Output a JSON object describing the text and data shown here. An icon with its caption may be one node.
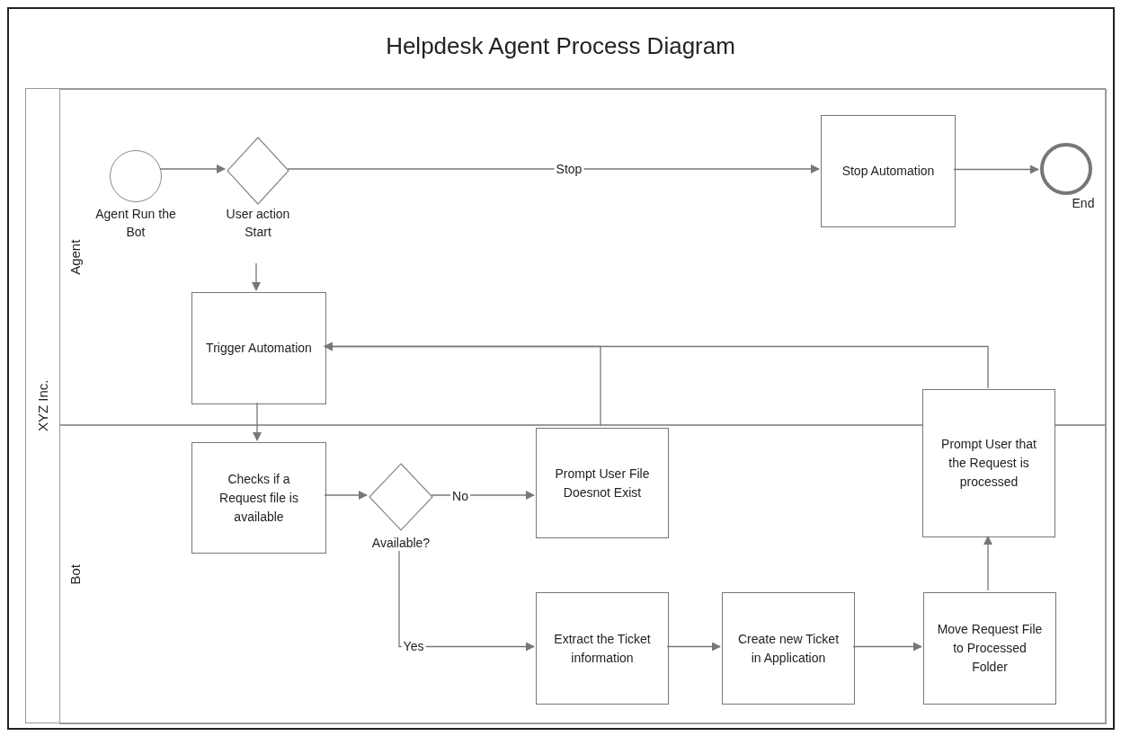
{
  "diagram": {
    "title": "Helpdesk Agent Process Diagram",
    "nodes": [
      {
        "text": [
          "XYZ Inc."
        ]
      },
      {
        "text": [
          "Agent"
        ],
        "in": 0
      },
      {
        "text": [
          "Bot"
        ],
        "in": 0
      },
      {
        "text": [],
        "shape": "circle",
        "beside": [
          "Agent Run the Bot"
        ],
        "in": 1
      },
      {
        "text": [],
        "shape": "diamond",
        "beside": [
          "User action Start"
        ],
        "in": 1
      },
      {
        "text": [
          "Stop Automation"
        ],
        "in": 1
      },
      {
        "text": [],
        "shape": "circle",
        "beside": [
          "End"
        ],
        "in": 1
      },
      {
        "text": [
          "Trigger Automation"
        ],
        "in": 1
      },
      {
        "text": [
          "Checks if a Request file is available"
        ],
        "in": 2
      },
      {
        "text": [],
        "shape": "diamond",
        "beside": [
          "Available?"
        ],
        "in": 2
      },
      {
        "text": [
          "Prompt User File Doesnot Exist"
        ],
        "in": 2
      },
      {
        "text": [
          "Prompt User that the Request is processed"
        ],
        "in": 0
      },
      {
        "text": [
          "Extract the Ticket information"
        ],
        "in": 2
      },
      {
        "text": [
          "Create new Ticket in Application"
        ],
        "in": 2
      },
      {
        "text": [
          "Move Request File to Processed Folder"
        ],
        "in": 2
      }
    ],
    "edges": [
      {
        "from": 3,
        "to": 4,
        "arrow": "to"
      },
      {
        "from": 4,
        "to": 5,
        "arrow": "to",
        "label": "Stop"
      },
      {
        "from": 5,
        "to": 6,
        "arrow": "to"
      },
      {
        "from": 4,
        "to": 7,
        "arrow": "to"
      },
      {
        "from": 7,
        "to": 8,
        "arrow": "to"
      },
      {
        "from": 8,
        "to": 9,
        "arrow": "to"
      },
      {
        "from": 9,
        "to": 10,
        "arrow": "to",
        "label": "No"
      },
      {
        "from": 9,
        "to": 12,
        "arrow": "to",
        "label": "Yes"
      },
      {
        "from": 12,
        "to": 13,
        "arrow": "to"
      },
      {
        "from": 13,
        "to": 14,
        "arrow": "to"
      },
      {
        "from": 14,
        "to": 11,
        "arrow": "to"
      },
      {
        "from": 10,
        "to": 7,
        "arrow": "to"
      },
      {
        "from": 11,
        "to": 7,
        "arrow": "to"
      }
    ]
  }
}
